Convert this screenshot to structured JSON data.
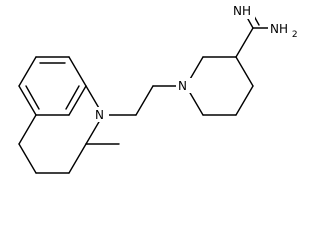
{
  "structure": {
    "labels": {
      "imine_nh": "NH",
      "amine_nh2": "NH",
      "amine_nh2_subscript": "2",
      "pyridine_n": "N",
      "amine_n": "N"
    }
  }
}
